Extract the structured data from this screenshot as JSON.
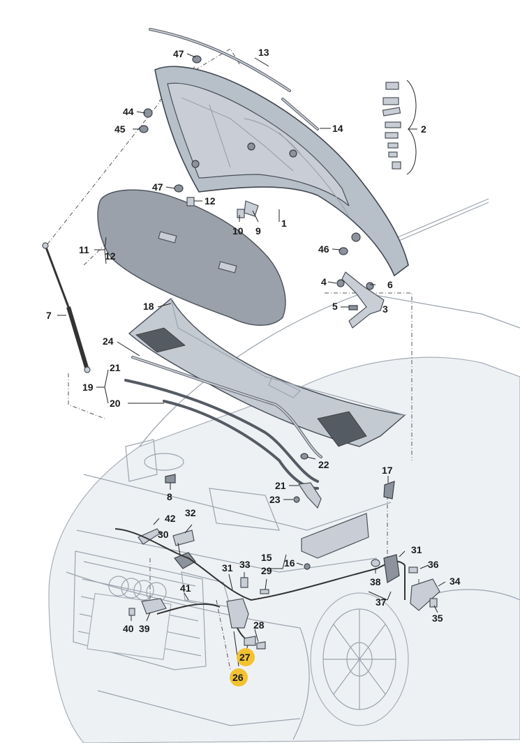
{
  "labels": {
    "l1": "1",
    "l2": "2",
    "l3": "3",
    "l4": "4",
    "l5": "5",
    "l6": "6",
    "l7": "7",
    "l8": "8",
    "l9": "9",
    "l10": "10",
    "l11": "11",
    "l12a": "12",
    "l12b": "12",
    "l13": "13",
    "l14": "14",
    "l15": "15",
    "l16": "16",
    "l17": "17",
    "l18": "18",
    "l19": "19",
    "l20": "20",
    "l21a": "21",
    "l21b": "21",
    "l22": "22",
    "l23": "23",
    "l24": "24",
    "l26": "26",
    "l27": "27",
    "l28": "28",
    "l29": "29",
    "l30": "30",
    "l31a": "31",
    "l31b": "31",
    "l32": "32",
    "l33": "33",
    "l34": "34",
    "l35": "35",
    "l36": "36",
    "l37": "37",
    "l38": "38",
    "l39": "39",
    "l40": "40",
    "l41": "41",
    "l42": "42",
    "l44": "44",
    "l45": "45",
    "l46": "46",
    "l47a": "47",
    "l47b": "47"
  },
  "colors": {
    "highlight": "#f2c230",
    "part": "#c9ced6",
    "car_line": "#9aa3ad"
  }
}
